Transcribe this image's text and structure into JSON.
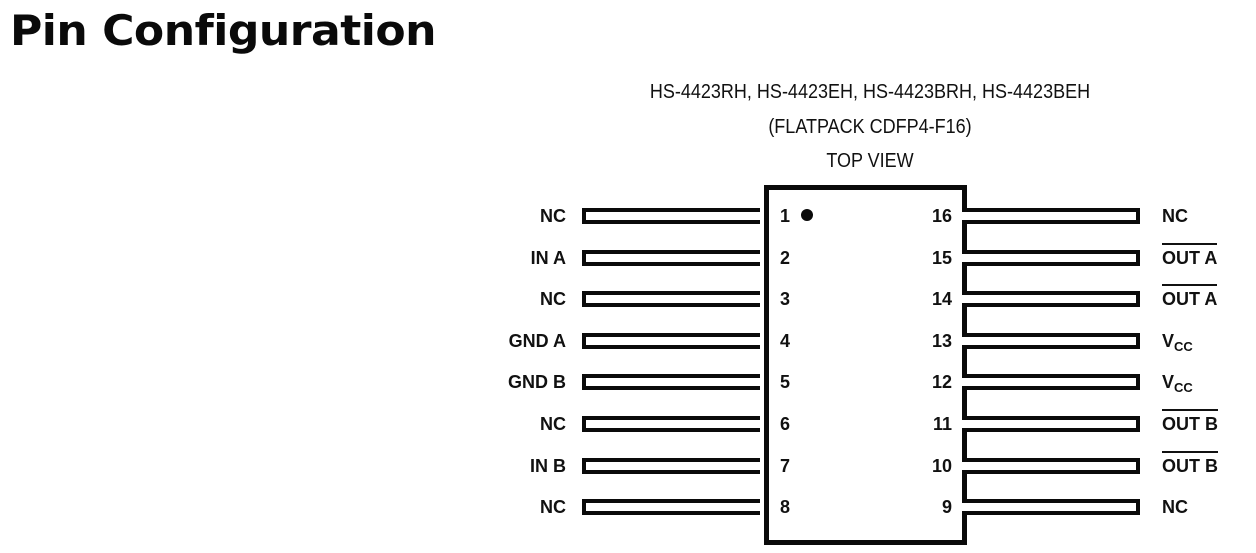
{
  "title": "Pin Configuration",
  "header": {
    "line1": "HS-4423RH, HS-4423EH, HS-4423BRH, HS-4423BEH",
    "line2": "(FLATPACK CDFP4-F16)",
    "line3": "TOP VIEW"
  },
  "package": {
    "type": "FLATPACK CDFP4-F16",
    "view": "TOP VIEW",
    "pin_count": 16,
    "pin1_marker": "dot"
  },
  "left_pins": [
    {
      "num": "1",
      "label": "NC",
      "overbar": false
    },
    {
      "num": "2",
      "label": "IN A",
      "overbar": false
    },
    {
      "num": "3",
      "label": "NC",
      "overbar": false
    },
    {
      "num": "4",
      "label": "GND A",
      "overbar": false
    },
    {
      "num": "5",
      "label": "GND B",
      "overbar": false
    },
    {
      "num": "6",
      "label": "NC",
      "overbar": false
    },
    {
      "num": "7",
      "label": "IN B",
      "overbar": false
    },
    {
      "num": "8",
      "label": "NC",
      "overbar": false
    }
  ],
  "right_pins": [
    {
      "num": "16",
      "label": "NC",
      "overbar": false
    },
    {
      "num": "15",
      "label": "OUT A",
      "overbar": true
    },
    {
      "num": "14",
      "label": "OUT A",
      "overbar": true
    },
    {
      "num": "13",
      "label": "V",
      "sub": "CC",
      "overbar": false
    },
    {
      "num": "12",
      "label": "V",
      "sub": "CC",
      "overbar": false
    },
    {
      "num": "11",
      "label": "OUT B",
      "overbar": true
    },
    {
      "num": "10",
      "label": "OUT B",
      "overbar": true
    },
    {
      "num": "9",
      "label": "NC",
      "overbar": false
    }
  ]
}
